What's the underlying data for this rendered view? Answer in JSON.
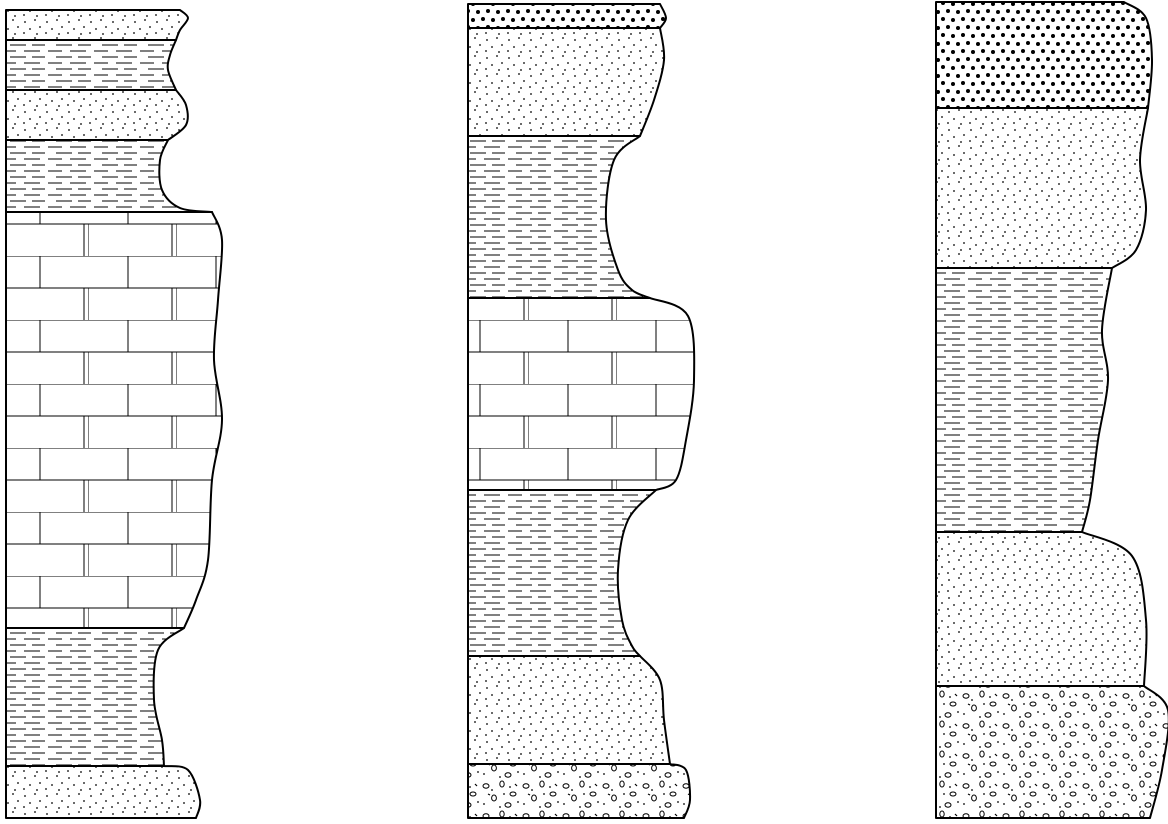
{
  "figure": {
    "columns": [
      {
        "id": "column-1",
        "layers": [
          {
            "lithology": "sandstone"
          },
          {
            "lithology": "shale"
          },
          {
            "lithology": "sandstone"
          },
          {
            "lithology": "shale"
          },
          {
            "lithology": "limestone"
          },
          {
            "lithology": "shale"
          },
          {
            "lithology": "sandstone"
          }
        ]
      },
      {
        "id": "column-2",
        "layers": [
          {
            "lithology": "coarse-sandstone"
          },
          {
            "lithology": "sandstone"
          },
          {
            "lithology": "shale"
          },
          {
            "lithology": "limestone"
          },
          {
            "lithology": "shale"
          },
          {
            "lithology": "sandstone"
          },
          {
            "lithology": "conglomerate"
          }
        ]
      },
      {
        "id": "column-3",
        "layers": [
          {
            "lithology": "coarse-sandstone"
          },
          {
            "lithology": "sandstone"
          },
          {
            "lithology": "shale"
          },
          {
            "lithology": "sandstone"
          },
          {
            "lithology": "conglomerate"
          }
        ]
      }
    ],
    "colors": {
      "ink": "#000000",
      "paper": "#ffffff"
    }
  }
}
